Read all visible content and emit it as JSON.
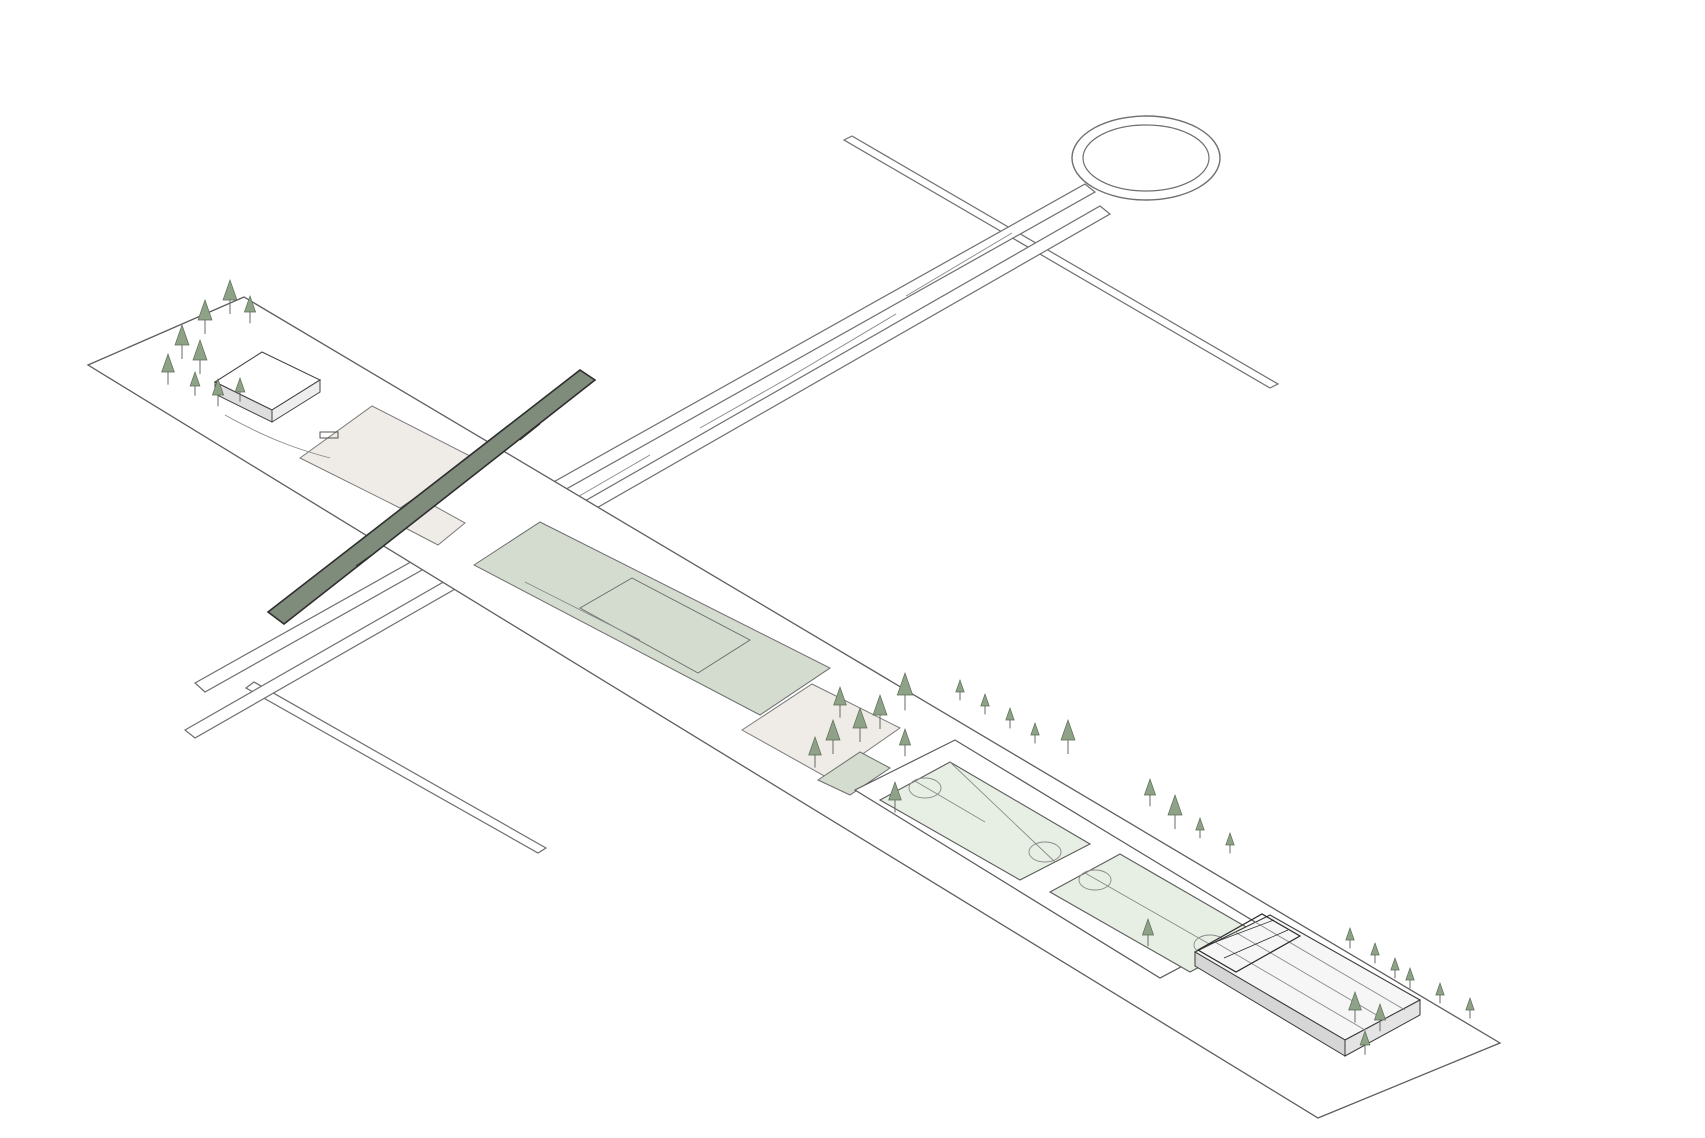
{
  "diagram": {
    "type": "axonometric-site-plan",
    "labels": [],
    "colors": {
      "background": "#ffffff",
      "linework": "#6f6f6f",
      "plaza": "#efebe6",
      "green_field": "#d3dccf",
      "sports_pitch": "#e7efe4",
      "bridge_deck": "#7f8c7b",
      "trees": "#8ea287"
    },
    "elements": [
      {
        "id": "central-strip",
        "kind": "linear-park-strip"
      },
      {
        "id": "bridge-slab",
        "kind": "elevated-walkway"
      },
      {
        "id": "diagonal-avenue",
        "kind": "road-with-median"
      },
      {
        "id": "roundabout",
        "kind": "circular-road"
      },
      {
        "id": "sports-pitches",
        "kind": "field-hockey-pitches",
        "count": 2
      },
      {
        "id": "sports-hall",
        "kind": "building-with-roof"
      },
      {
        "id": "north-building",
        "kind": "pavilion"
      },
      {
        "id": "trees",
        "kind": "tree-groups"
      }
    ]
  }
}
